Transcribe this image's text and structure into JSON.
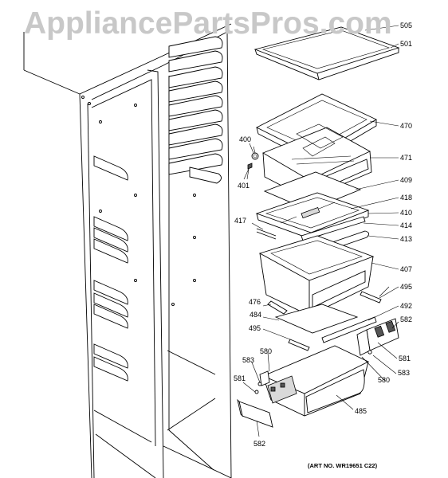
{
  "watermark": "AppliancePartsPros.com",
  "art_number": "(ART NO. WR19651 C22)",
  "callouts": {
    "c505": "505",
    "c501": "501",
    "c470": "470",
    "c400": "400",
    "c471": "471",
    "c401": "401",
    "c409": "409",
    "c418": "418",
    "c410": "410",
    "c417": "417",
    "c414": "414",
    "c413": "413",
    "c407": "407",
    "c495a": "495",
    "c476": "476",
    "c492": "492",
    "c484": "484",
    "c582a": "582",
    "c495b": "495",
    "c581a": "581",
    "c580a": "580",
    "c583a": "583",
    "c583b": "583",
    "c580b": "580",
    "c581b": "581",
    "c485": "485",
    "c582b": "582"
  }
}
